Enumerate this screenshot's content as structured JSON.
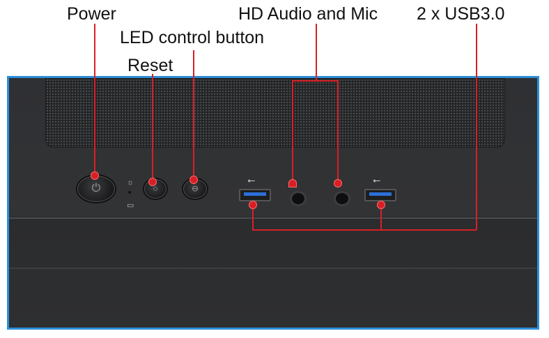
{
  "labels": {
    "power": "Power",
    "led": "LED control button",
    "reset": "Reset",
    "audio": "HD Audio and Mic",
    "usb": "2 x USB3.0"
  },
  "icons": {
    "power_button": "power-icon",
    "led_button": "led-icon",
    "led_indicator": "lightbulb-icon",
    "hdd_indicator": "hdd-icon",
    "usb": "usb-icon",
    "headphone": "headphone-icon",
    "microphone": "microphone-icon"
  },
  "colors": {
    "callout": "#d91f26",
    "panel_border": "#2d8fd9",
    "usb_port": "#2c6fd8"
  }
}
